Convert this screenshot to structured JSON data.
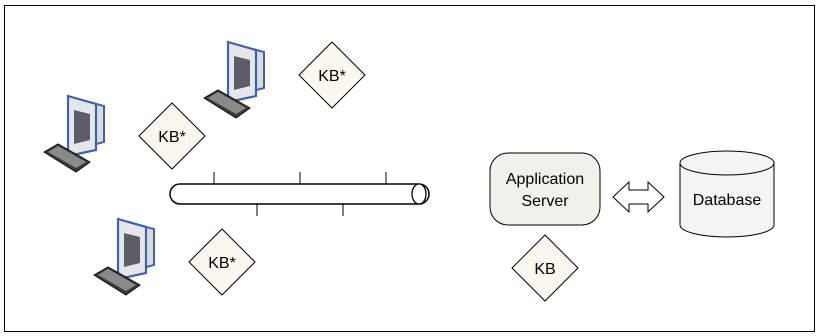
{
  "knowledge_bases": {
    "client_top": "KB*",
    "client_left": "KB*",
    "client_bottom": "KB*",
    "server": "KB"
  },
  "application_server": {
    "line1": "Application",
    "line2": "Server"
  },
  "database": {
    "label": "Database"
  },
  "colors": {
    "monitor_blue": "#3e63a8",
    "monitor_bezel": "#e6e7ea",
    "screen": "#5b5e68",
    "kb_diamond_fill": "#fdf8ef",
    "server_fill": "#edf2eb",
    "database_fill": "#f4f4f4",
    "bus_fill": "#ffffff"
  }
}
